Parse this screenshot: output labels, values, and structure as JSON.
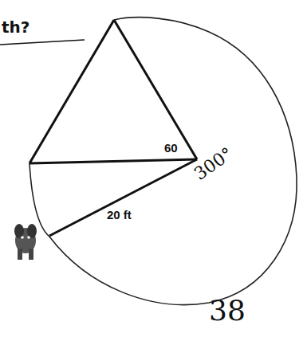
{
  "diagram": {
    "labels": [
      "th?",
      "60",
      "20 ft",
      "300°",
      "38"
    ]
  }
}
